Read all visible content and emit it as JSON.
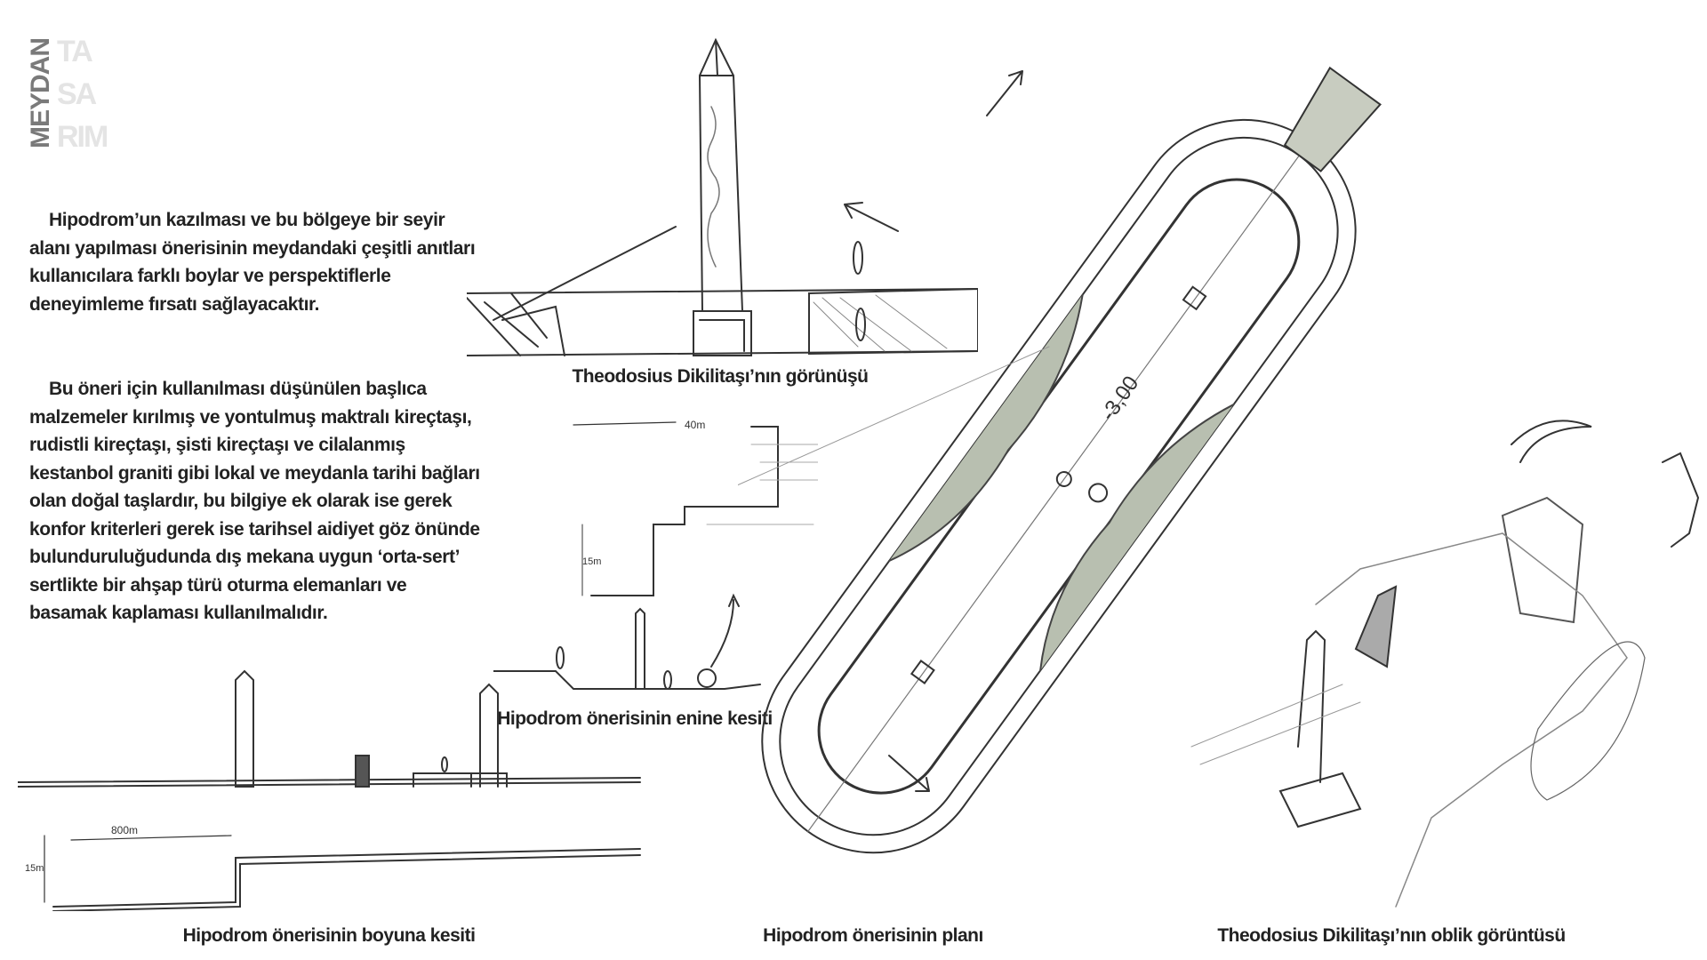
{
  "logo": {
    "vertical": "MEYDAN",
    "lines": [
      "TA",
      "SA",
      "RIM"
    ]
  },
  "text": {
    "paragraph1": "Hipodrom’un kazılması ve bu bölgeye bir seyir alanı yapılması önerisinin meydandaki çeşitli anıtları kullanıcılara farklı boylar ve perspektiflerle deneyimleme fırsatı sağlayacaktır.",
    "paragraph2": "Bu öneri için kullanılması düşünülen başlıca malzemeler kırılmış ve yontulmuş maktralı kireçtaşı, rudistli kireçtaşı, şisti kireçtaşı ve cilalanmış kestanbol graniti gibi lokal ve meydanla tarihi bağları olan doğal taşlardır, bu bilgiye ek olarak ise gerek konfor kriterleri gerek ise tarihsel aidiyet göz önünde bulunduruluğudunda dış mekana uygun ‘orta-sert’ sertlikte bir ahşap türü oturma elemanları ve basamak kaplaması kullanılmalıdır."
  },
  "captions": {
    "elevation": "Theodosius Dikilitaşı’nın görünüşü",
    "cross_section": "Hipodrom önerisinin enine kesiti",
    "long_section": "Hipodrom önerisinin boyuna kesiti",
    "plan": "Hipodrom önerisinin planı",
    "oblique": "Theodosius Dikilitaşı’nın oblik görüntüsü"
  },
  "sketch_notes": {
    "plan_level": "-3,00",
    "long_width": "800m",
    "long_height": "15m",
    "cross_width": "40m",
    "cross_height": "15m"
  }
}
